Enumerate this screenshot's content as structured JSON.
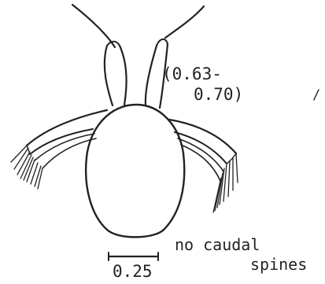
{
  "figure": {
    "size_range_line1": "(0.63-",
    "size_range_line2": "0.70)",
    "caption_line1": "no caudal",
    "caption_line2": "spines",
    "scale_bar_value": "0.25",
    "stray_mark": "/"
  }
}
